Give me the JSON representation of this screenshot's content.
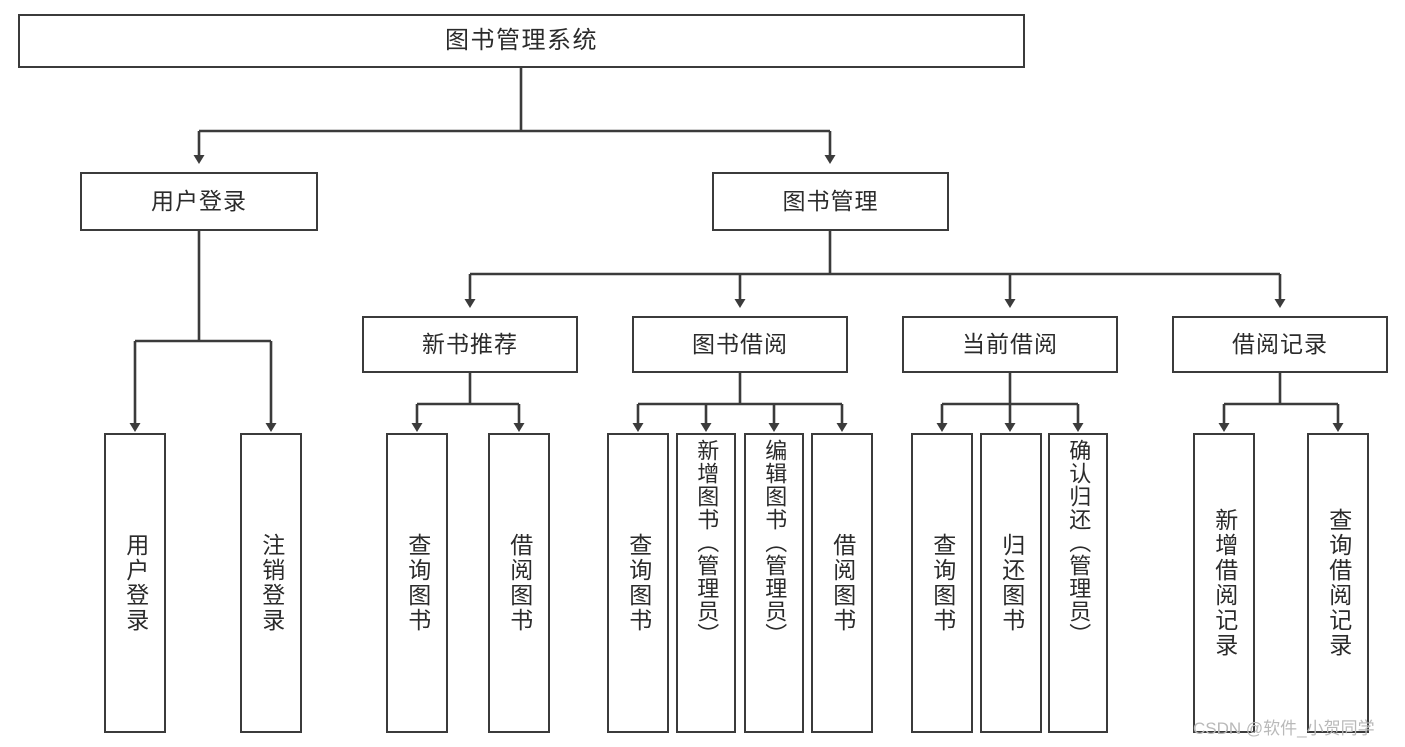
{
  "diagram": {
    "type": "tree-hierarchy",
    "title": "图书管理系统",
    "orientation": "top-down",
    "colors": {
      "box_border": "#3b3b3b",
      "box_fill": "#ffffff",
      "connector": "#3b3b3b",
      "text": "#2b2b2b",
      "watermark": "#b9b9b9",
      "background": "#ffffff"
    },
    "levels": {
      "level1": [
        "图书管理系统"
      ],
      "level2": [
        "用户登录",
        "图书管理"
      ],
      "level3": [
        "新书推荐",
        "图书借阅",
        "当前借阅",
        "借阅记录"
      ],
      "level4": [
        "用户登录",
        "注销登录",
        "查询图书",
        "借阅图书",
        "查询图书",
        "新增图书（管理员）",
        "编辑图书（管理员）",
        "借阅图书",
        "查询图书",
        "归还图书",
        "确认归还（管理员）",
        "新增借阅记录",
        "查询借阅记录"
      ]
    },
    "nodes": {
      "root": {
        "label": "图书管理系统"
      },
      "user_login": {
        "label": "用户登录"
      },
      "book_manage": {
        "label": "图书管理"
      },
      "new_book_rec": {
        "label": "新书推荐"
      },
      "book_borrow": {
        "label": "图书借阅"
      },
      "current_borrow": {
        "label": "当前借阅"
      },
      "borrow_record": {
        "label": "借阅记录"
      },
      "leaf_user_login": {
        "label": "用户登录"
      },
      "leaf_logout": {
        "label": "注销登录"
      },
      "leaf_query_book_1": {
        "label": "查询图书"
      },
      "leaf_borrow_book_1": {
        "label": "借阅图书"
      },
      "leaf_query_book_2": {
        "label": "查询图书"
      },
      "leaf_add_book": {
        "label": "新增图书（管理员）"
      },
      "leaf_edit_book": {
        "label": "编辑图书（管理员）"
      },
      "leaf_borrow_book_2": {
        "label": "借阅图书"
      },
      "leaf_query_book_3": {
        "label": "查询图书"
      },
      "leaf_return_book": {
        "label": "归还图书"
      },
      "leaf_confirm_return": {
        "label": "确认归还（管理员）"
      },
      "leaf_add_record": {
        "label": "新增借阅记录"
      },
      "leaf_query_record": {
        "label": "查询借阅记录"
      }
    },
    "edges": [
      {
        "from": "root",
        "to": "user_login"
      },
      {
        "from": "root",
        "to": "book_manage"
      },
      {
        "from": "user_login",
        "to": "leaf_user_login"
      },
      {
        "from": "user_login",
        "to": "leaf_logout"
      },
      {
        "from": "book_manage",
        "to": "new_book_rec"
      },
      {
        "from": "book_manage",
        "to": "book_borrow"
      },
      {
        "from": "book_manage",
        "to": "current_borrow"
      },
      {
        "from": "book_manage",
        "to": "borrow_record"
      },
      {
        "from": "new_book_rec",
        "to": "leaf_query_book_1"
      },
      {
        "from": "new_book_rec",
        "to": "leaf_borrow_book_1"
      },
      {
        "from": "book_borrow",
        "to": "leaf_query_book_2"
      },
      {
        "from": "book_borrow",
        "to": "leaf_add_book"
      },
      {
        "from": "book_borrow",
        "to": "leaf_edit_book"
      },
      {
        "from": "book_borrow",
        "to": "leaf_borrow_book_2"
      },
      {
        "from": "current_borrow",
        "to": "leaf_query_book_3"
      },
      {
        "from": "current_borrow",
        "to": "leaf_return_book"
      },
      {
        "from": "current_borrow",
        "to": "leaf_confirm_return"
      },
      {
        "from": "borrow_record",
        "to": "leaf_add_record"
      },
      {
        "from": "borrow_record",
        "to": "leaf_query_record"
      }
    ]
  },
  "watermark": {
    "text": "CSDN @软件_小贺同学"
  }
}
